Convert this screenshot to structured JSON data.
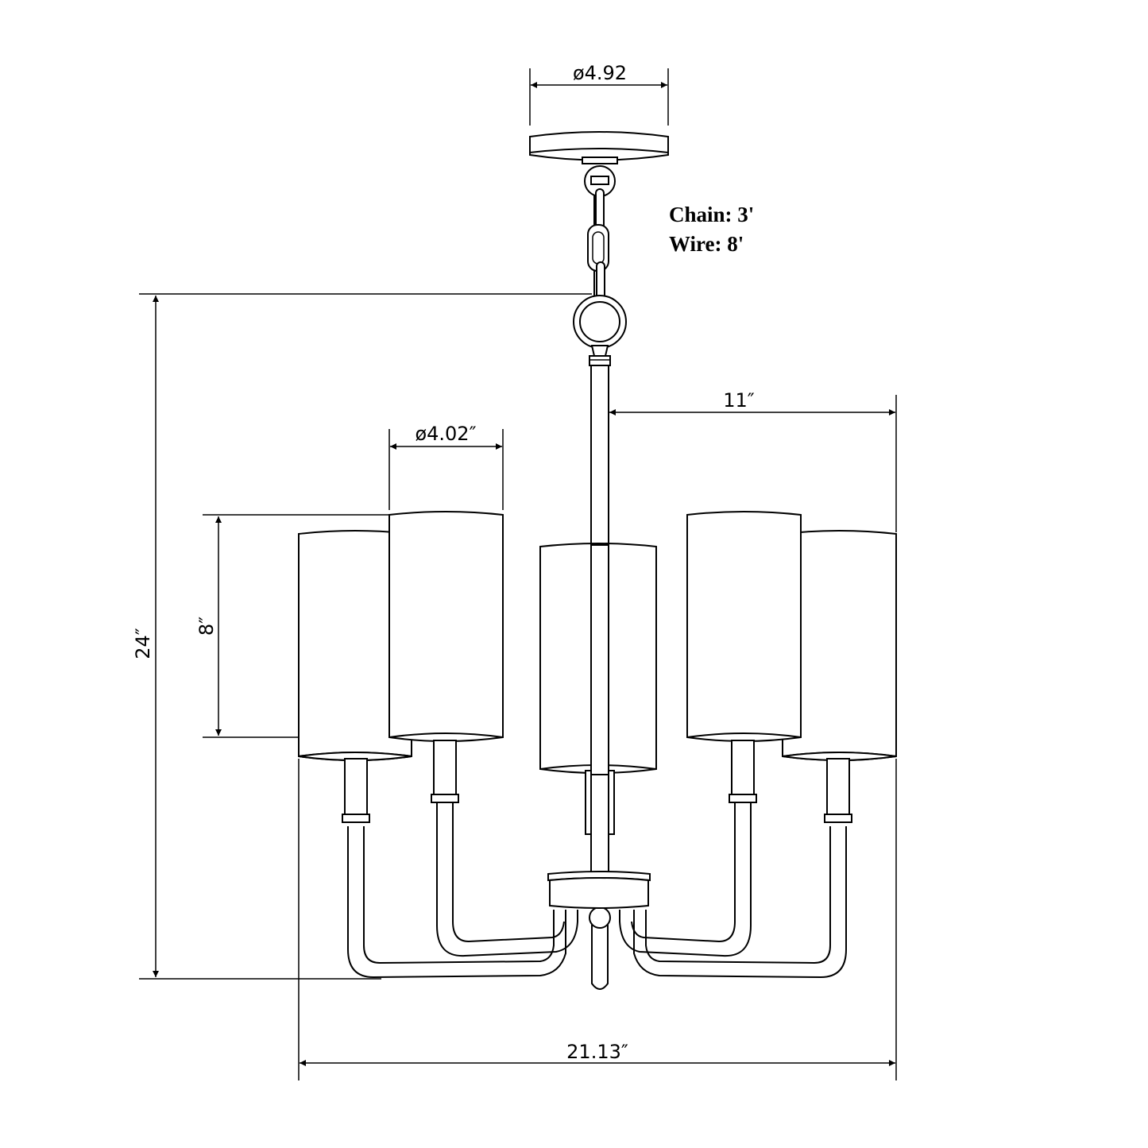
{
  "title": "Chandelier dimension drawing",
  "dimensions": {
    "canopy_diameter": "ø4.92",
    "shade_diameter": "ø4.02″",
    "arm_reach": "11″",
    "shade_height": "8″",
    "total_height": "24″",
    "total_width": "21.13″"
  },
  "notes": {
    "chain": "Chain: 3'",
    "wire": "Wire: 8'"
  },
  "colors": {
    "line": "#000000",
    "background": "#ffffff"
  }
}
